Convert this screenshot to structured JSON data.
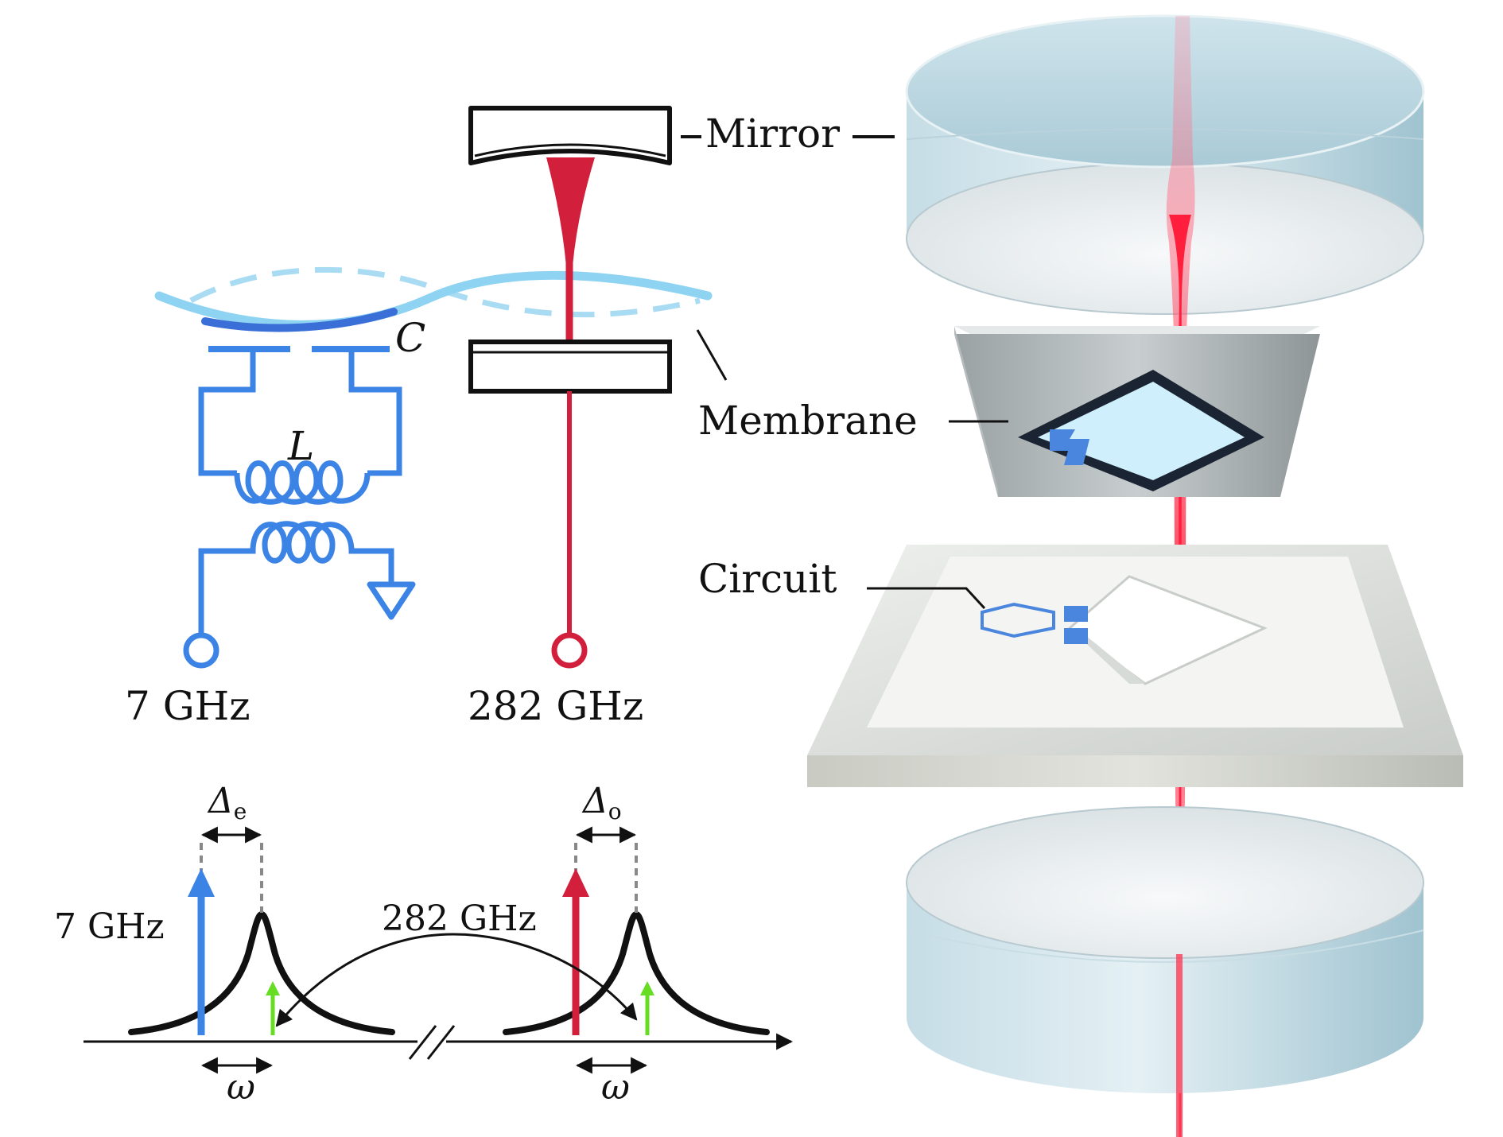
{
  "labels": {
    "mirror": "Mirror",
    "membrane": "Membrane",
    "circuit": "Circuit",
    "capacitor": "C",
    "inductor": "L",
    "microwave_port": "7 GHz",
    "optical_port": "282 GHz",
    "spectrum_microwave": "7 GHz",
    "spectrum_optical": "282 GHz",
    "detuning_e_base": "Δ",
    "detuning_e_sub": "e",
    "detuning_o_base": "Δ",
    "detuning_o_sub": "o",
    "omega_left": "ω",
    "omega_right": "ω"
  },
  "colors": {
    "microwave": "#3c83e6",
    "optical": "#d21f3c",
    "membrane": "#8fd3f2",
    "membrane_dark": "#3a6fd8",
    "sideband": "#66dd22",
    "resonance": "#111111",
    "guide": "#888888"
  }
}
